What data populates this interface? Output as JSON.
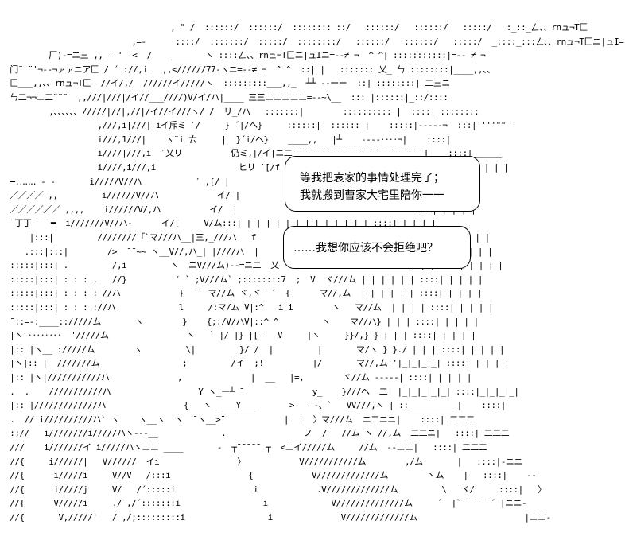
{
  "art": {
    "lines": [
      "                                   , \" /  ::::::/  ::::::/  :::::::: ::/   ::::::/   ::::::/   :::::/   :_::_ㄥ、、rnュ¬T匚",
      "                           ,=‐      ::::/  :::::::/  :::::/  ::::::::/   ::::::/   ::::::/   :::::/  _::::_:::ㄥ、、rnュ¬T匚ニ|ュI=-≠ ¬",
      "          厂)-=ニ三_,,_¨ '  <  /    ____   ヽ_::::ㄥ、、rnュ¬T匚ニ|ュIニ=--≠ ¬  ^ ^| :::::::::::|=-- ≠ ¬",
      "  门¨ ¨'¬--¬ァァニア匚 / ´ ://,i   ,,<//////77-ヽニ=--≠ ¬  ^ ^  ::| |   ::::::: 乂_ ㄣ ::::::::|____,,、、",
      "  匚___,,、、rnュ¬T匚  //イ/,/  //////イ/////ヽ  :::::::::___,,_  ┴┴ --ーー  ::| ::::::::| 二三ニ",
      "  ㄣ二¬¬ニ二¨¨¨  ,,///|///|/イ//___////)V/イ/ハ|____ 三三ニニニニニ=--~\\__  ::: |::::::|_::/::::",
      "          ,、、、、、、/////|//|,//|/イ//イ///ヽ/ /  リ_/ハ   :::::::|        :::::::::: |  ::::| ::::::::",
      "                    ,///,i|///|_iイ斥ミ ′/     } ´|/ヘ}     ::::::|  :::::: |    :::::|-----¬  :::|''''\"\"¨¨",
      "                    i///,1///|    ヽ¨i ㄊ     |  }´i/ヘ}    ____,,   |┴    ----‥‥¬|    ::::|",
      "                    i////|///,i  ′乂リ          仍ミ,|/イ|ニ二¨¨¨¨¨¨¨¨¨¨¨¨¨¨¨¨¨¨¨¨¨¨¨¨¨¨¨|    ::::|______",
      "                    i////,i///,i                 ヒリ ′[/f                             |    ::::| | | | |",
      "  ━.‥‥‥ ‐ ‐       i/////V//ハ           ′ ,[/ |                                    ::::| | | | |",
      "  ／／／／ ,,         i//////V//ハ            イ/ |                                    ::::| | | | |",
      "  ／／／／／／ ,,,,    i//////V/,ハ          イ/  |                                    ::::| | | | |",
      "  ¯丁丁¯¯¯¯━  i///////V//ハ-      イ/[     V/ム:::| | | | | | | | | | | | | | ::::| | | | |",
      "      |:::|         ////////「`マ///ハ__|三,_///ハ   f                             | | | ::::| | | | |",
      "     .:::|:::|        />  ¯¯~~ ヽ__V//,ハ_| |////ハ  |                             | | | ::::| | | | |",
      "  :::::|:::| .         /,i         ヽ  ニV///ム)-‐=ニ二  乂                           | | | ::::| | | | |",
      "  :::::|:::| : : : .   //}          ′ ` ;V///ム` ;::::::::7  ;  V  ヾ///ム | | | | | | ::::| | | | |",
      "  :::::|:::| : : : : //ハ            }  ¨¨ マ//ム ヾ,ヾ¯ ´  {      マ//,ム  | | | | | | ::::| | | | |",
      "  :::::|:::| : : : ://ハ             l     /:マ/ム V|:^   i i        ヽ   マ//ム  | | | | ::::| | | | |",
      "  ¯::=-:____:://///ム       ヽ        }    {;:/V/ハV|::^ ^         ヽ    マ//ハ} | | | ::::| | | | |",
      "  |ヽ ‥‥‥‥  '/////ム                ヽ   ` |/ |} |[ ¨  V¨    |ヽ     }}/,} } | | | ::::| | | | |",
      "  |:: |ヽ__ ://///ム        ヽ         \\|         }/ /  |         |       マ/ヽ } }./ | | | ::::| | | | |",
      "  |ヽ|:: |  ///////ム                 ;         /イ  ;!          |/       マ//,ム|'|_|_|_|_| ::::| | | | |",
      "  |:: |ヽ|///////////ハ              ,              |  __   |=,        ヾ//ム -----| ::::| | | | |",
      "  .  .    ///////////ハ                  Y ヽ_ー┴ ¯              y_    }///ヘ  二| |_|_|_|_|_| ::::|_|_|_|_|",
      "  |:: |/////////////ハ                {   ヽ_ ___Y___       >   ¨-、`   VV///,ヽ | ::__________|    ::::|",
      "  .  // i//////////ハ` ヽ    ヽ__ヽ  ヽ  ¯ヽ__>¨            |  |  〉マ///ム  ニ二ニニ|    ::::| 二二二",
      "  :;//   i////////i/////ハヽ‐-‐__             .                ノ  /   //ム ヽ //,ム  二二ニ|   ::::| 二二二",
      "  ///    i///////イ i/////ハヽニニ ____       -  ┬¯¯¯¯¯ ┬  <ニイ/////ム     //ム  ‐-ニニ|   ::::| 二二二",
      "  //{     i//////|   V//////  イi                〉           V///////////ム        ,/ム       |   ::::|-ニニ",
      "  //{      i/////i     V//V   /:::i                {            V/////////////ム        ヽム    |   ::::|    --",
      "  //{      i/////j     V/   /´:::::i                i            .V/////////////ム         \\   ヾ/     ::::|   〉",
      "  //{      V/////i     ./ ,/´:::::::i                 i             V//////////////ム     ´  |`¯¯¯¯¯¯´ |ニニ-",
      "  //{       V,/////'   / ,/;:::::::::i                 i              V/////////////ム                      |ニニ-"
    ]
  },
  "dialogue": {
    "bubble1": {
      "line1": "等我把袁家的事情处理完了；",
      "line2": "我就搬到曹家大宅里陪你一一"
    },
    "bubble2": {
      "line1": "……我想你应该不会拒绝吧？"
    }
  }
}
